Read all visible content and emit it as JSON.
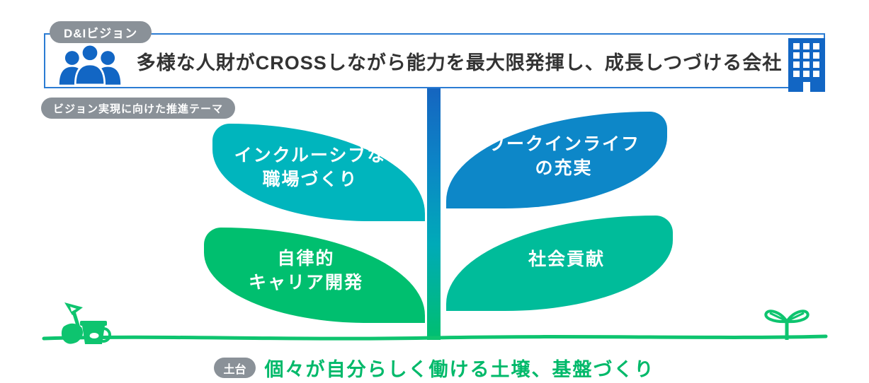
{
  "vision": {
    "badge": "D&Iビジョン",
    "statement": "多様な人財がCROSSしながら能力を最大限発揮し、成長しつづける会社"
  },
  "themes": {
    "badge": "ビジョン実現に向けた推進テーマ",
    "leaves": [
      {
        "line1": "インクルーシブな",
        "line2": "職場づくり",
        "color": "#00b5bd",
        "position": "top-left"
      },
      {
        "line1": "ワークインライフ",
        "line2": "の充実",
        "color": "#0d87c8",
        "position": "top-right"
      },
      {
        "line1": "自律的",
        "line2": "キャリア開発",
        "color": "#00bf6f",
        "position": "bottom-left"
      },
      {
        "line1": "社会貢献",
        "color": "#00bc9a",
        "position": "bottom-right"
      }
    ]
  },
  "foundation": {
    "badge": "土台",
    "text": "個々が自分らしく働ける土壌、基盤づくり"
  },
  "icons": {
    "people": "people-group-icon",
    "building": "office-building-icon",
    "shovel_bucket": "shovel-and-bucket-icon",
    "sprout": "sprout-icon"
  },
  "colors": {
    "box_border": "#2b7cd3",
    "icon_blue": "#1266c4",
    "badge_gray": "#8a9198",
    "leaf_teal": "#00b5bd",
    "leaf_blue": "#0d87c8",
    "leaf_green": "#00bf6f",
    "leaf_emerald": "#00bc9a",
    "stem_top": "#1565c0",
    "ground_green": "#0ec46f",
    "foundation_text_green": "#00b96a",
    "statement_text": "#333333"
  }
}
